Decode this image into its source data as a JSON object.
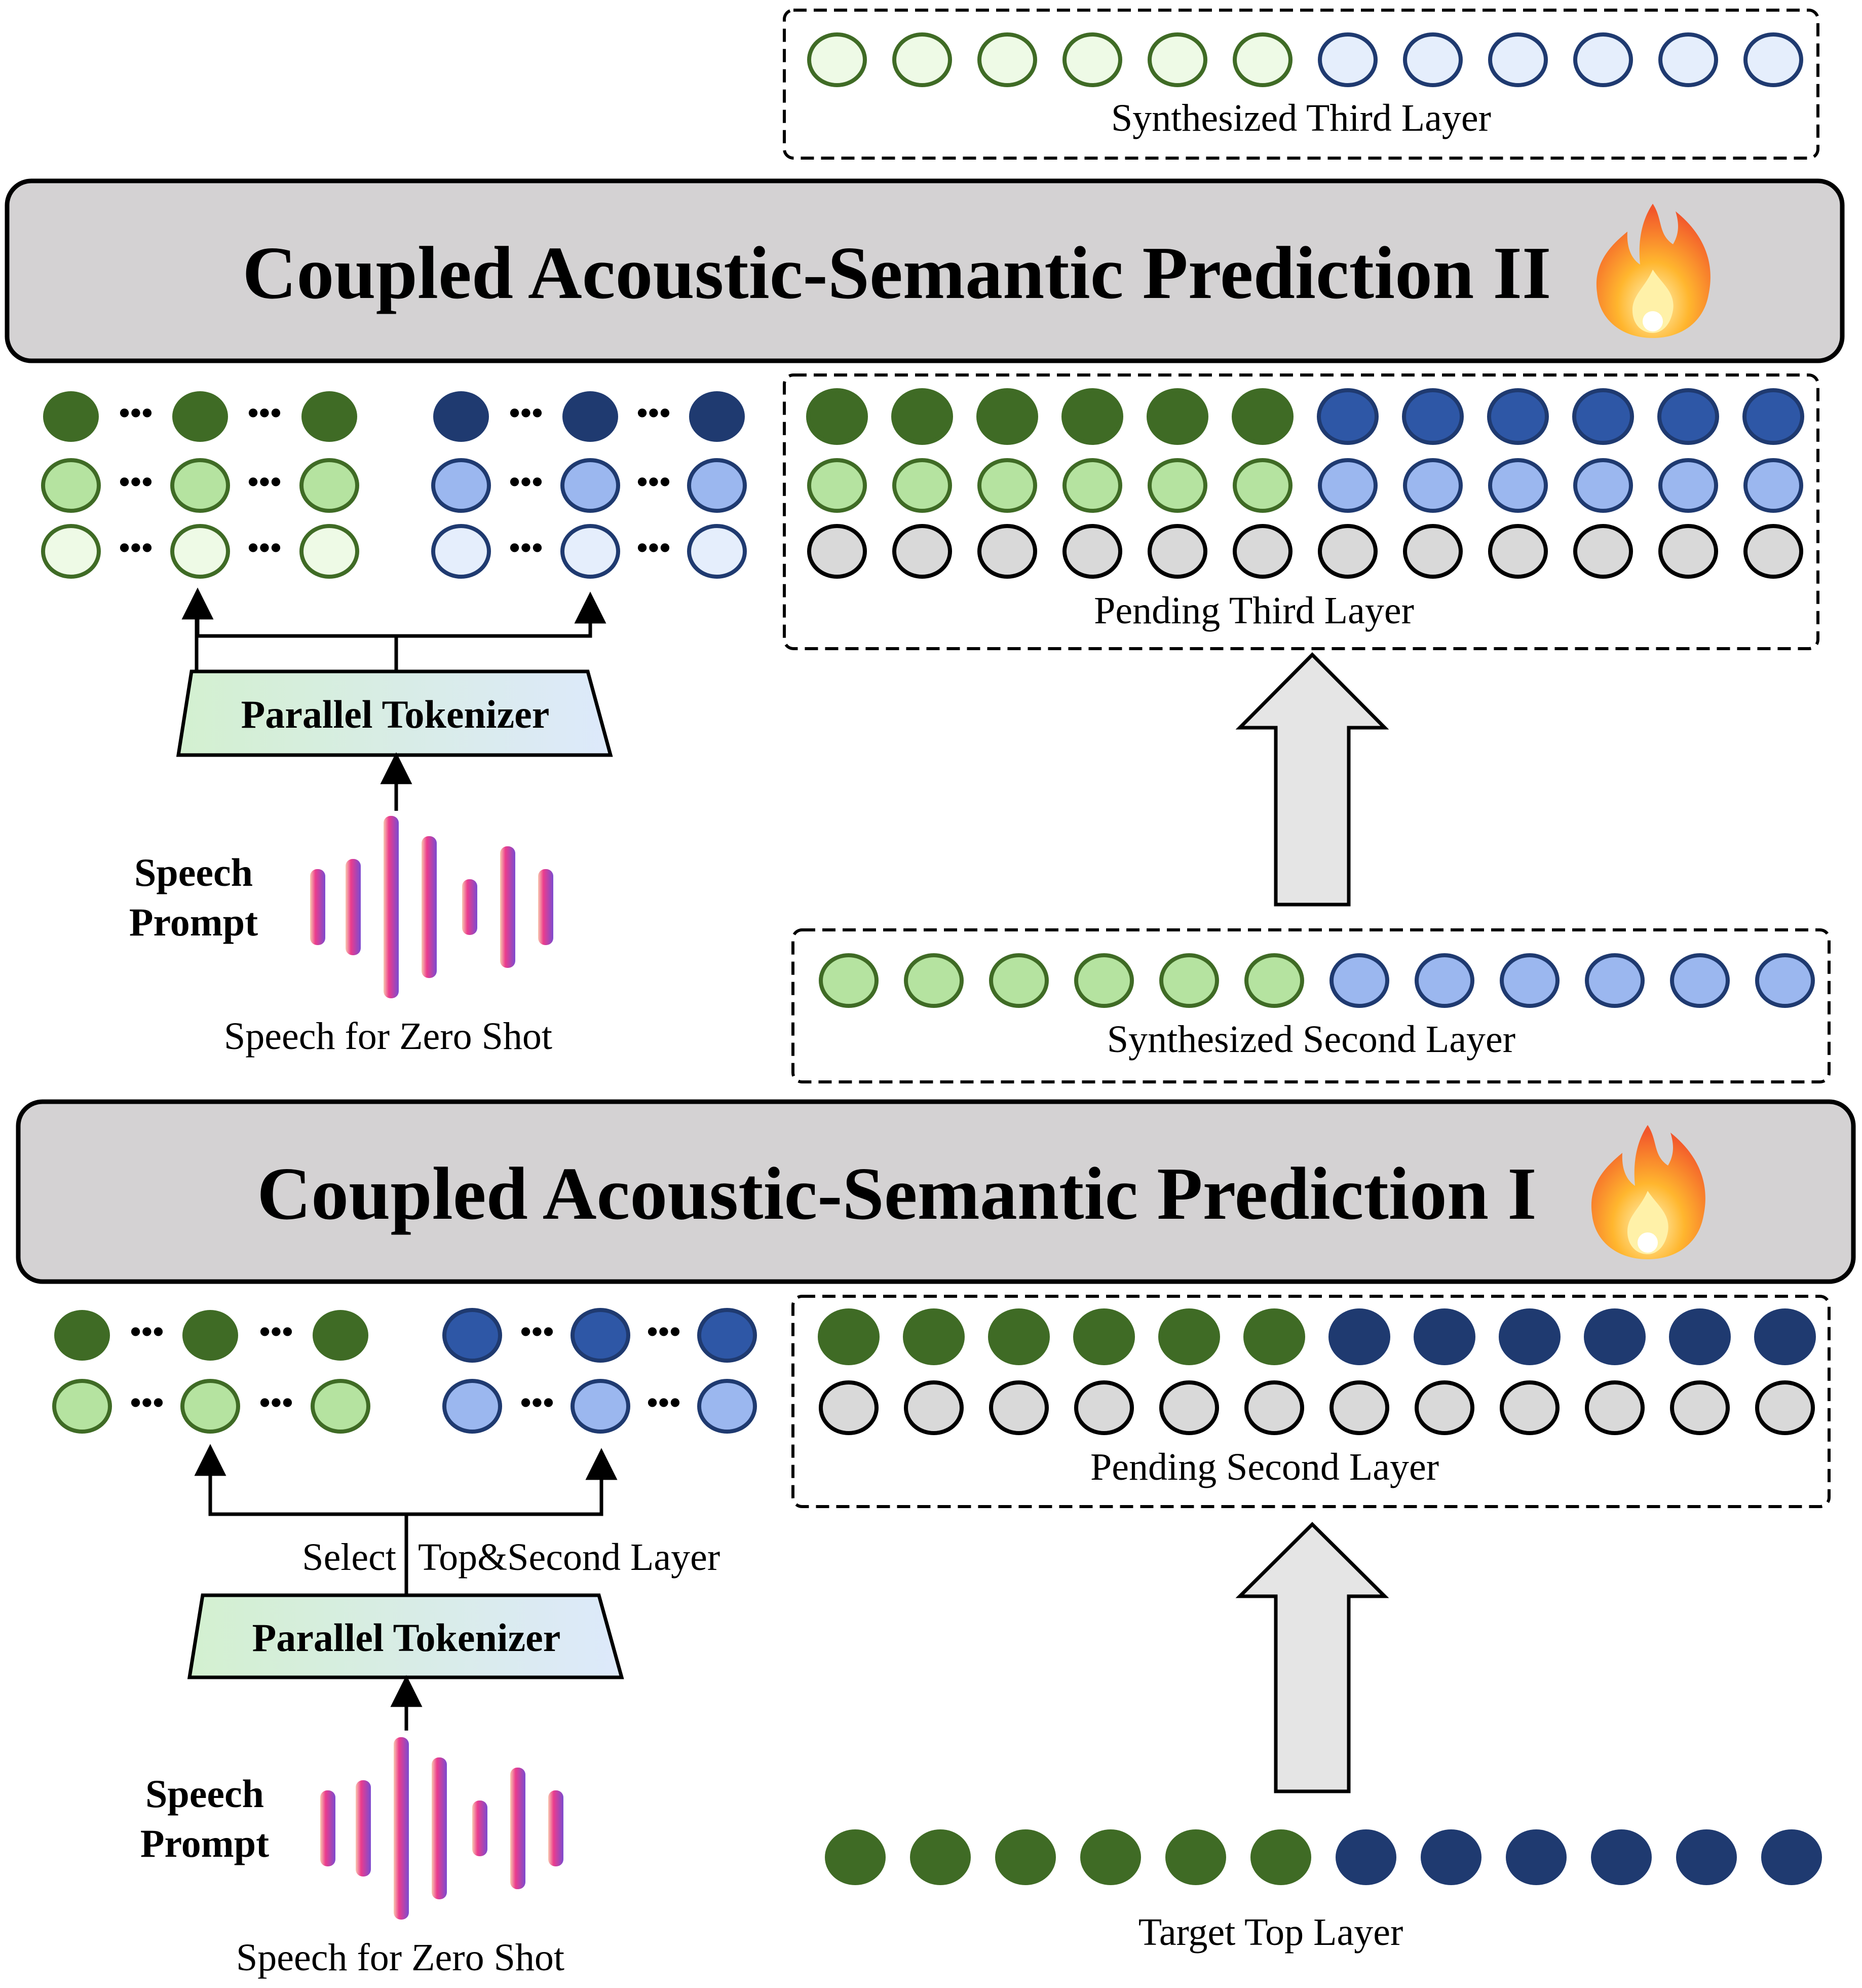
{
  "titles": {
    "module_two": "Coupled Acoustic-Semantic Prediction II",
    "module_one": "Coupled Acoustic-Semantic Prediction I"
  },
  "labels": {
    "synth_third": "Synthesized Third Layer",
    "pending_third": "Pending Third Layer",
    "synth_second": "Synthesized Second Layer",
    "pending_second": "Pending Second Layer",
    "target_top": "Target Top Layer",
    "select_left": "Select",
    "select_right": "Top&Second Layer",
    "dots": "•••"
  },
  "upper_prompt": {
    "tokenizer": "Parallel Tokenizer",
    "speech": "Speech",
    "prompt": "Prompt",
    "caption": "Speech for Zero Shot"
  },
  "lower_prompt": {
    "tokenizer": "Parallel Tokenizer",
    "speech": "Speech",
    "prompt": "Prompt",
    "caption": "Speech for Zero Shot"
  },
  "icons": {
    "flame": "fire-icon",
    "waveform": "speech-waveform-icon"
  },
  "colors": {
    "green_dark": "#3f6b25",
    "green_mid": "#b5e3a0",
    "green_light": "#eefae6",
    "green_stroke": "#3f6b25",
    "blue_dark": "#1f3a70",
    "blue_mid_dark": "#2e57a6",
    "blue_mid": "#9bb7ef",
    "blue_light": "#e5eefc",
    "blue_stroke": "#1f3a70",
    "grey_fill": "#d9d9d9",
    "grey_stroke": "#000000",
    "module_fill": "#d4d2d3",
    "tokenizer_fill_left": "#d3f0d0",
    "tokenizer_fill_right": "#dde9fb",
    "arrow_fill": "#e5e5e5"
  }
}
